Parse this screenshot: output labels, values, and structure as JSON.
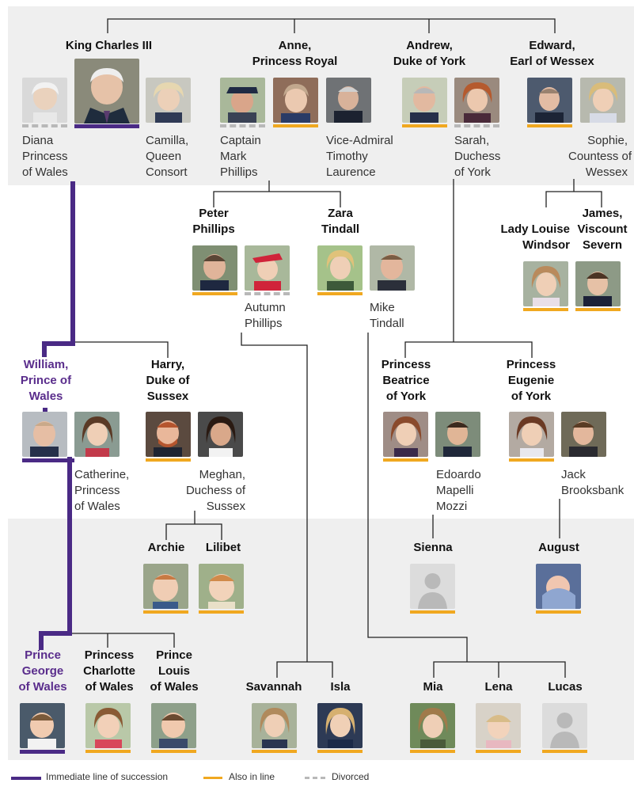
{
  "colors": {
    "succession": "#4a2a85",
    "also_in_line": "#f0a820",
    "divorced": "#b8b8b8",
    "band": "#efefef",
    "line": "#222222"
  },
  "gen1": {
    "charles": "King Charles III",
    "diana": "Diana\nPrincess\nof Wales",
    "camilla": "Camilla,\nQueen\nConsort",
    "anne": "Anne,\nPrincess Royal",
    "mark": "Captain\nMark\nPhillips",
    "timothy": "Vice-Admiral\nTimothy\nLaurence",
    "andrew": "Andrew,\nDuke of York",
    "sarah": "Sarah,\nDuchess\nof York",
    "edward": "Edward,\nEarl of Wessex",
    "sophie": "Sophie,\nCountess of\nWessex"
  },
  "gen2": {
    "peter": "Peter\nPhillips",
    "autumn": "Autumn\nPhillips",
    "zara": "Zara\nTindall",
    "mike": "Mike\nTindall",
    "louise": "Lady Louise\nWindsor",
    "james": "James,\nViscount\nSevern",
    "william": "William,\nPrince of\nWales",
    "catherine": "Catherine,\nPrincess\nof Wales",
    "harry": "Harry,\nDuke of\nSussex",
    "meghan": "Meghan,\nDuchess of\nSussex",
    "beatrice": "Princess\nBeatrice\nof York",
    "edoardo": "Edoardo\nMapelli\nMozzi",
    "eugenie": "Princess\nEugenie\nof York",
    "jack": "Jack\nBrooksbank"
  },
  "gen3": {
    "archie": "Archie",
    "lilibet": "Lilibet",
    "sienna": "Sienna",
    "august": "August",
    "george": "Prince\nGeorge\nof Wales",
    "charlotte": "Princess\nCharlotte\nof Wales",
    "louis": "Prince\nLouis\nof Wales",
    "savannah": "Savannah",
    "isla": "Isla",
    "mia": "Mia",
    "lena": "Lena",
    "lucas": "Lucas"
  },
  "legend": {
    "succession": "Immediate line of succession",
    "also_in_line": "Also in line",
    "divorced": "Divorced"
  }
}
